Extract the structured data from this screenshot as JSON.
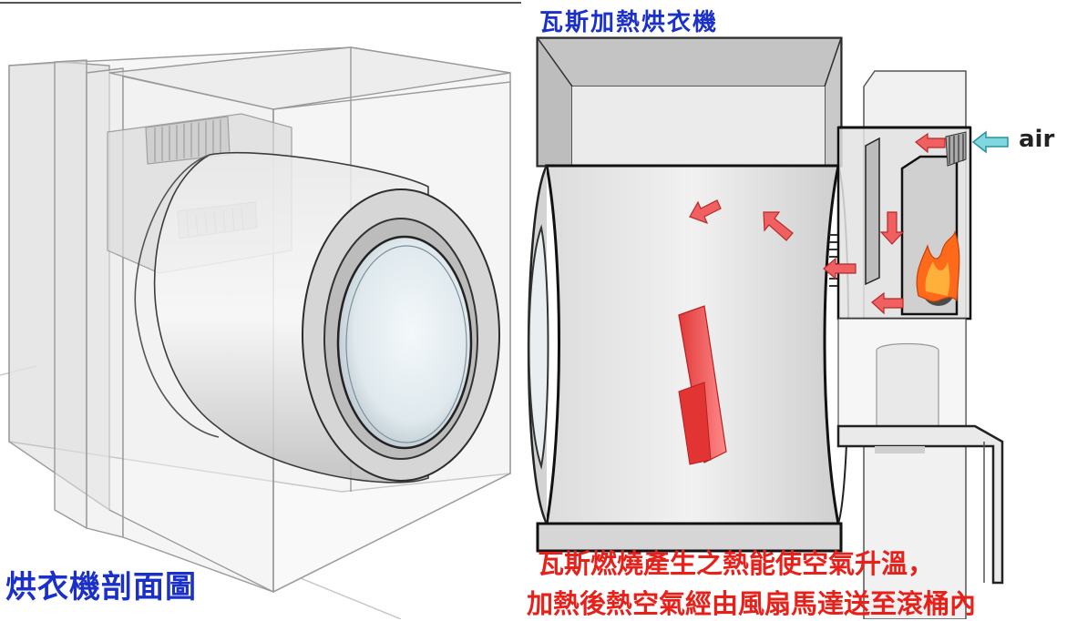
{
  "left_panel": {
    "caption": "烘衣機剖面圖"
  },
  "right_panel": {
    "title": "瓦斯加熱烘衣機",
    "air_label": "air",
    "description_line1": "瓦斯燃燒產生之熱能使空氣升溫，",
    "description_line2": "加熱後熱空氣經由風扇馬達送至滾桶內"
  },
  "colors": {
    "caption_blue": "#1a30c8",
    "description_red": "#e8201a",
    "arrow_red": "#f06060",
    "air_arrow_cyan": "#7fd8e0",
    "flame_orange": "#ff6a1a"
  }
}
